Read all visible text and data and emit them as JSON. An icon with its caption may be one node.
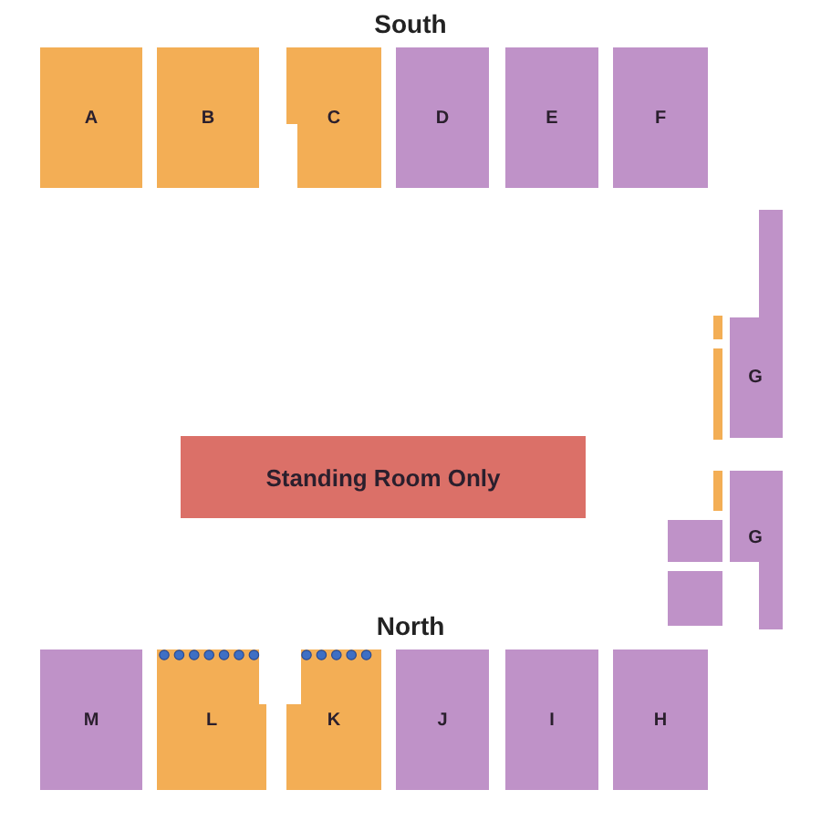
{
  "diagram": {
    "nodes": [
      {
        "text": [
          "A"
        ]
      },
      {
        "text": [
          "B"
        ]
      },
      {
        "text": [
          "C"
        ]
      },
      {
        "text": [
          "D"
        ]
      },
      {
        "text": [
          "E"
        ]
      },
      {
        "text": [
          "F"
        ]
      },
      {
        "text": [
          "G"
        ]
      },
      {
        "text": [
          "Standing Room Only"
        ]
      },
      {
        "text": [
          "G"
        ]
      },
      {
        "text": [],
        "shape": "box"
      },
      {
        "text": [],
        "shape": "box"
      },
      {
        "text": [
          "M"
        ]
      },
      {
        "text": [
          "L"
        ]
      },
      {
        "text": [
          "K"
        ]
      },
      {
        "text": [
          "J"
        ]
      },
      {
        "text": [
          "I"
        ]
      },
      {
        "text": [
          "H"
        ]
      }
    ],
    "labels": [
      "South",
      "North"
    ]
  }
}
